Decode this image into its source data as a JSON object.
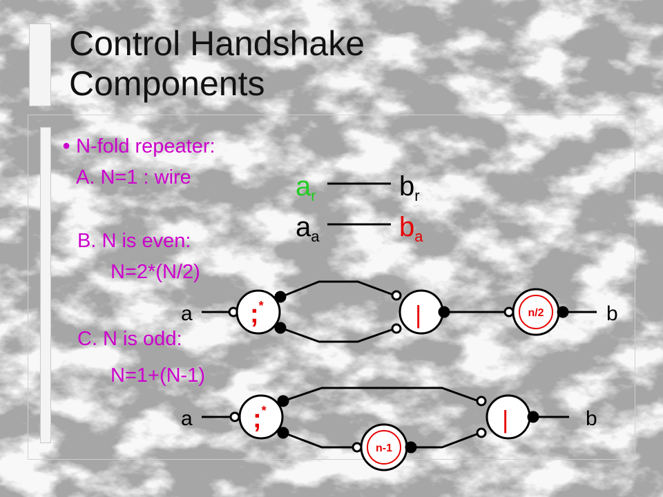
{
  "slide": {
    "title_line1": "Control Handshake",
    "title_line2": "Components",
    "bullet": "N-fold repeater:",
    "item_a": "A. N=1 : wire",
    "item_b": "B. N is even:",
    "item_b_formula": "N=2*(N/2)",
    "item_c": "C. N is odd:",
    "item_c_formula": "N=1+(N-1)"
  },
  "wire_diagram": {
    "a_r": {
      "base": "a",
      "sub": "r"
    },
    "b_r": {
      "base": "b",
      "sub": "r"
    },
    "a_a": {
      "base": "a",
      "sub": "a"
    },
    "b_a": {
      "base": "b",
      "sub": "a"
    }
  },
  "even_diagram": {
    "in_port": "a",
    "out_port": "b",
    "seq_label": ";",
    "seq_star": "*",
    "par_label": "|",
    "repeat_label": "n/2"
  },
  "odd_diagram": {
    "in_port": "a",
    "out_port": "b",
    "seq_label": ";",
    "seq_star": "*",
    "par_label": "|",
    "repeat_label": "n-1"
  },
  "colors": {
    "text": "#cc00cc",
    "green": "#22cc22",
    "red": "#e60000",
    "ink": "#000000"
  }
}
